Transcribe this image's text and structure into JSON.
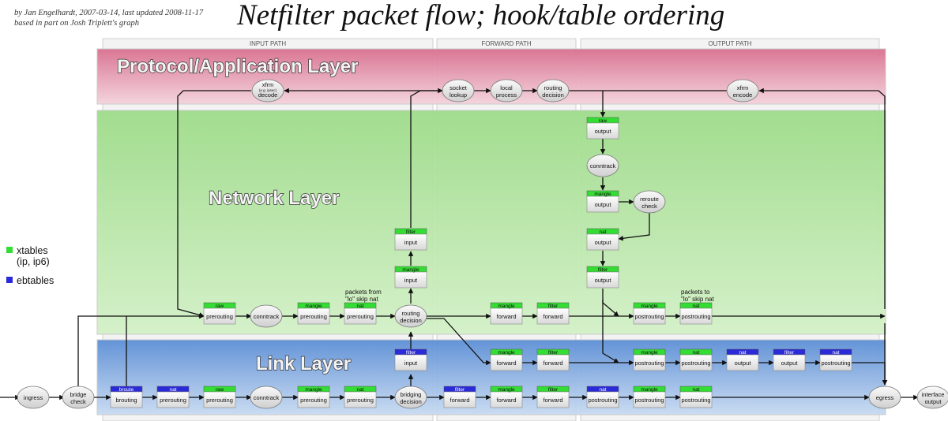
{
  "header": {
    "attribution_line1": "by Jan Engelhardt, 2007-03-14, last updated 2008-11-17",
    "attribution_line2": "based in part on Josh Triplett's graph",
    "title": "Netfilter packet flow; hook/table ordering"
  },
  "paths": {
    "input": "INPUT PATH",
    "forward": "FORWARD PATH",
    "output": "OUTPUT PATH"
  },
  "layers": {
    "application": "Protocol/Application Layer",
    "network": "Network Layer",
    "link": "Link Layer"
  },
  "legend": {
    "xtables_line1": "xtables",
    "xtables_line2": "(ip, ip6)",
    "ebtables": "ebtables"
  },
  "notes": {
    "lo_pre_1": "packets from",
    "lo_pre_2": "\"lo\" skip nat",
    "lo_post_1": "packets to",
    "lo_post_2": "\"lo\" skip nat"
  },
  "colors": {
    "app_layer": "#e8a0b4",
    "network_layer": "#b8e8a8",
    "link_layer": "#88aee0",
    "xtables": "#33dd33",
    "ebtables": "#2a2ad8"
  },
  "nodes": {
    "xfrm_decode": {
      "line1": "xfrm",
      "small": "(e.g. ipsec)",
      "line2": "decode"
    },
    "socket_lookup": {
      "line1": "socket",
      "line2": "lookup"
    },
    "local_process": {
      "line1": "local",
      "line2": "process"
    },
    "routing_decision_app": {
      "line1": "routing",
      "line2": "decision"
    },
    "xfrm_encode": {
      "line1": "xfrm",
      "line2": "encode"
    },
    "conntrack_out": {
      "line1": "conntrack"
    },
    "reroute_check": {
      "line1": "reroute",
      "line2": "check"
    },
    "conntrack_net": {
      "line1": "conntrack"
    },
    "routing_decision_net": {
      "line1": "routing",
      "line2": "decision"
    },
    "ingress": {
      "line1": "ingress"
    },
    "bridge_check": {
      "line1": "bridge",
      "line2": "check"
    },
    "conntrack_link": {
      "line1": "conntrack"
    },
    "bridging_decision": {
      "line1": "bridging",
      "line2": "decision"
    },
    "egress": {
      "line1": "egress"
    },
    "interface_output": {
      "line1": "interface",
      "line2": "output"
    }
  },
  "chains": {
    "raw_output": {
      "table": "raw",
      "hook": "output",
      "kind": "xtables"
    },
    "mangle_output": {
      "table": "mangle",
      "hook": "output",
      "kind": "xtables"
    },
    "nat_output": {
      "table": "nat",
      "hook": "output",
      "kind": "xtables"
    },
    "filter_output": {
      "table": "filter",
      "hook": "output",
      "kind": "xtables"
    },
    "filter_input": {
      "table": "filter",
      "hook": "input",
      "kind": "xtables"
    },
    "mangle_input": {
      "table": "mangle",
      "hook": "input",
      "kind": "xtables"
    },
    "raw_prerouting": {
      "table": "raw",
      "hook": "prerouting",
      "kind": "xtables"
    },
    "mangle_prerouting": {
      "table": "mangle",
      "hook": "prerouting",
      "kind": "xtables"
    },
    "nat_prerouting": {
      "table": "nat",
      "hook": "prerouting",
      "kind": "xtables"
    },
    "mangle_forward": {
      "table": "mangle",
      "hook": "forward",
      "kind": "xtables"
    },
    "filter_forward": {
      "table": "filter",
      "hook": "forward",
      "kind": "xtables"
    },
    "mangle_postrouting": {
      "table": "mangle",
      "hook": "postrouting",
      "kind": "xtables"
    },
    "nat_postrouting": {
      "table": "nat",
      "hook": "postrouting",
      "kind": "xtables"
    },
    "eb_filter_input": {
      "table": "filter",
      "hook": "input",
      "kind": "ebtables"
    },
    "br_mangle_forward": {
      "table": "mangle",
      "hook": "forward",
      "kind": "xtables"
    },
    "br_filter_forward": {
      "table": "filter",
      "hook": "forward",
      "kind": "xtables"
    },
    "br_mangle_postrouting": {
      "table": "mangle",
      "hook": "postrouting",
      "kind": "xtables"
    },
    "br_nat_postrouting": {
      "table": "nat",
      "hook": "postrouting",
      "kind": "xtables"
    },
    "eb_nat_output": {
      "table": "nat",
      "hook": "output",
      "kind": "ebtables"
    },
    "eb_filter_output": {
      "table": "filter",
      "hook": "output",
      "kind": "ebtables"
    },
    "eb_nat_postrouting": {
      "table": "nat",
      "hook": "postrouting",
      "kind": "ebtables"
    },
    "eb_broute_brouting": {
      "table": "broute",
      "hook": "brouting",
      "kind": "ebtables"
    },
    "eb_nat_prerouting": {
      "table": "nat",
      "hook": "prerouting",
      "kind": "ebtables"
    },
    "br_raw_prerouting": {
      "table": "raw",
      "hook": "prerouting",
      "kind": "xtables"
    },
    "br_mangle_prerouting": {
      "table": "mangle",
      "hook": "prerouting",
      "kind": "xtables"
    },
    "br_nat_prerouting": {
      "table": "nat",
      "hook": "prerouting",
      "kind": "xtables"
    },
    "eb_filter_forward": {
      "table": "filter",
      "hook": "forward",
      "kind": "ebtables"
    },
    "ll_mangle_forward": {
      "table": "mangle",
      "hook": "forward",
      "kind": "xtables"
    },
    "ll_filter_forward": {
      "table": "filter",
      "hook": "forward",
      "kind": "xtables"
    },
    "eb_nat_postrouting2": {
      "table": "nat",
      "hook": "postrouting",
      "kind": "ebtables"
    },
    "ll_mangle_postrouting": {
      "table": "mangle",
      "hook": "postrouting",
      "kind": "xtables"
    },
    "ll_nat_postrouting": {
      "table": "nat",
      "hook": "postrouting",
      "kind": "xtables"
    }
  }
}
